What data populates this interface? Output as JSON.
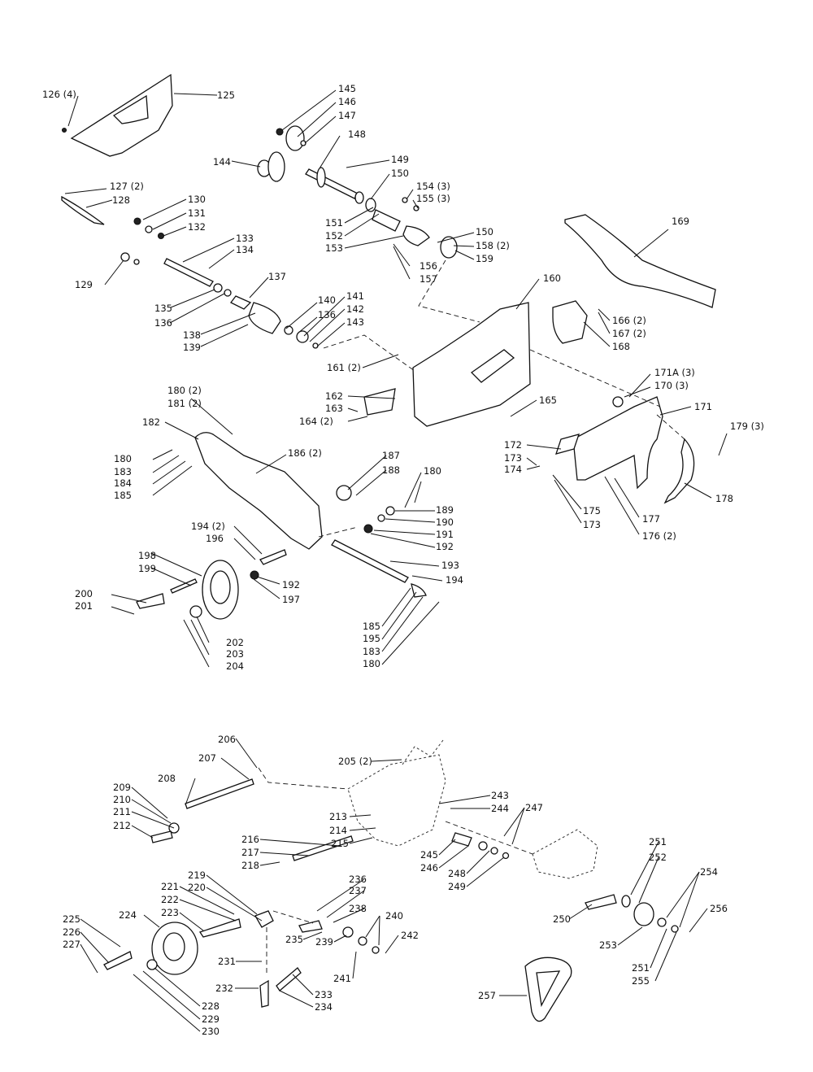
{
  "labels": {
    "l125": "125",
    "l126": "126 (4)",
    "l127": "127 (2)",
    "l128": "128",
    "l129": "129",
    "l130": "130",
    "l131": "131",
    "l132": "132",
    "l133": "133",
    "l134": "134",
    "l135": "135",
    "l136a": "136",
    "l137": "137",
    "l138": "138",
    "l139": "139",
    "l140": "140",
    "l136b": "136",
    "l141": "141",
    "l142": "142",
    "l143": "143",
    "l144": "144",
    "l145": "145",
    "l146": "146",
    "l147": "147",
    "l148": "148",
    "l149": "149",
    "l150a": "150",
    "l151": "151",
    "l152": "152",
    "l153": "153",
    "l154": "154 (3)",
    "l155": "155 (3)",
    "l150b": "150",
    "l158": "158 (2)",
    "l159": "159",
    "l156": "156",
    "l157": "157",
    "l160": "160",
    "l161": "161 (2)",
    "l169": "169",
    "l166": "166 (2)",
    "l167": "167 (2)",
    "l168": "168",
    "l162": "162",
    "l163": "163",
    "l164": "164 (2)",
    "l165": "165",
    "l171a": "171A (3)",
    "l170": "170 (3)",
    "l171": "171",
    "l179": "179 (3)",
    "l172": "172",
    "l173a": "173",
    "l174": "174",
    "l175": "175",
    "l173b": "173",
    "l177": "177",
    "l176": "176 (2)",
    "l178": "178",
    "l180a": "180 (2)",
    "l181": "181 (2)",
    "l182": "182",
    "l180b": "180",
    "l183a": "183",
    "l184": "184",
    "l185a": "185",
    "l186": "186 (2)",
    "l187": "187",
    "l188": "188",
    "l180c": "180",
    "l189": "189",
    "l190": "190",
    "l191": "191",
    "l192a": "192",
    "l194a": "194 (2)",
    "l196": "196",
    "l193": "193",
    "l194b": "194",
    "l198": "198",
    "l199": "199",
    "l200": "200",
    "l201": "201",
    "l192b": "192",
    "l197": "197",
    "l202": "202",
    "l203": "203",
    "l204": "204",
    "l185b": "185",
    "l195": "195",
    "l183b": "183",
    "l180d": "180",
    "l206": "206",
    "l207": "207",
    "l205": "205 (2)",
    "l208": "208",
    "l209": "209",
    "l210": "210",
    "l211": "211",
    "l212": "212",
    "l243": "243",
    "l244": "244",
    "l247": "247",
    "l213": "213",
    "l214": "214",
    "l215": "215",
    "l245": "245",
    "l246": "246",
    "l248": "248",
    "l249": "249",
    "l216": "216",
    "l217": "217",
    "l218": "218",
    "l251a": "251",
    "l252": "252",
    "l254": "254",
    "l219": "219",
    "l220": "220",
    "l221": "221",
    "l222": "222",
    "l223": "223",
    "l236": "236",
    "l237": "237",
    "l238": "238",
    "l240": "240",
    "l250": "250",
    "l256": "256",
    "l225": "225",
    "l224": "224",
    "l226": "226",
    "l227": "227",
    "l235": "235",
    "l242": "242",
    "l239": "239",
    "l241": "241",
    "l253": "253",
    "l251b": "251",
    "l255": "255",
    "l231": "231",
    "l232": "232",
    "l233": "233",
    "l234": "234",
    "l228": "228",
    "l229": "229",
    "l230": "230",
    "l257": "257"
  }
}
